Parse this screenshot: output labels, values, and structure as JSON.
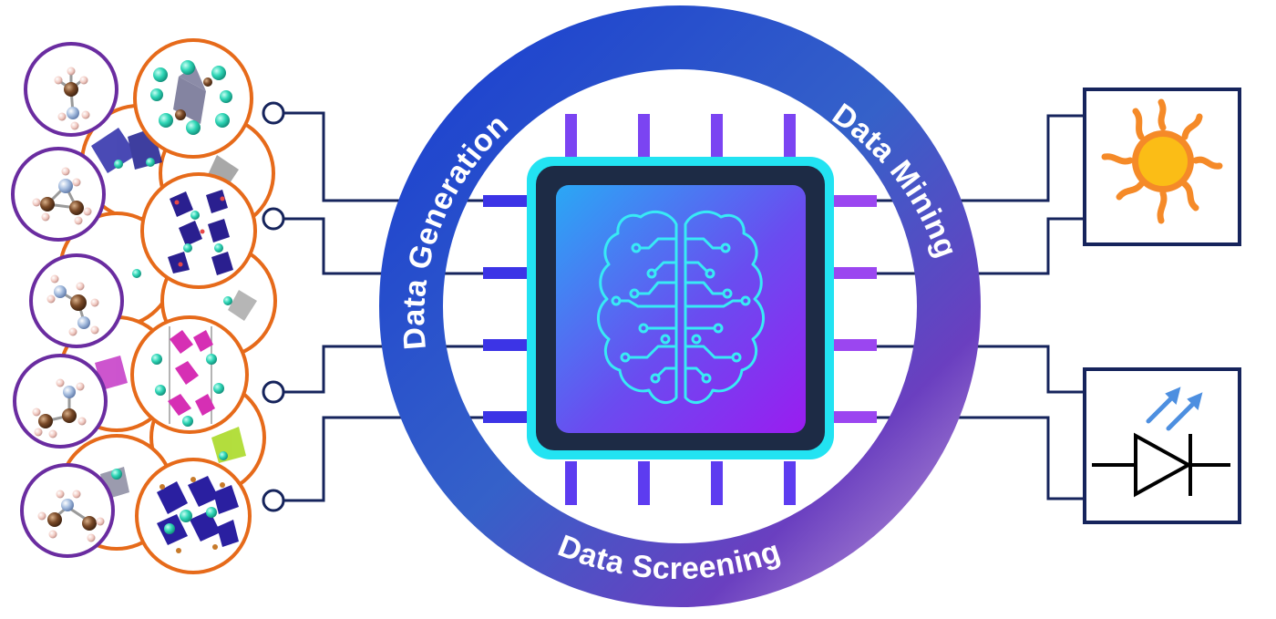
{
  "ring": {
    "label_generation": "Data Generation",
    "label_mining": "Data Mining",
    "label_screening": "Data Screening"
  },
  "colors": {
    "ring_start": "#1b4fd8",
    "ring_end": "#9a6ac8",
    "chip_border": "#22e3f2",
    "chip_body": "#1d2b45",
    "chip_die_start": "#2aa8f5",
    "chip_die_end": "#8a2bf0",
    "brain_line": "#38eaf5",
    "pin_color": "#5a3ef0",
    "wire_color": "#16245c",
    "molecule_circle": "#6a2ca0",
    "crystal_circle": "#e66a1a",
    "sun_ray": "#f58a28",
    "sun_core": "#fbbd16",
    "led_arrow": "#4d8fe0"
  },
  "icons": {
    "left_inputs": [
      "molecule-icon",
      "crystal-structure-icon"
    ],
    "right_outputs": [
      "sun-icon",
      "led-diode-icon"
    ],
    "center": "brain-circuit-icon"
  }
}
